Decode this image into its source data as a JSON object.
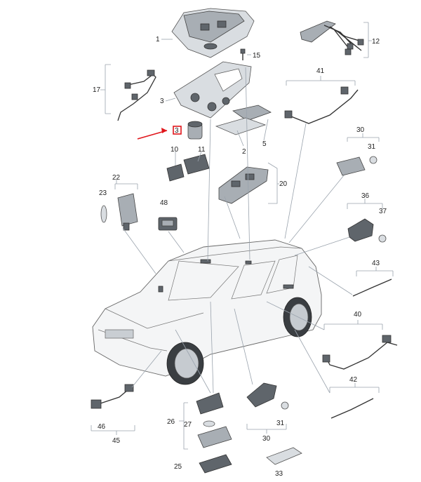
{
  "callouts": {
    "c1": "1",
    "c2": "2",
    "c3": "3",
    "c3b": "3",
    "c5": "5",
    "c10": "10",
    "c11": "11",
    "c12": "12",
    "c15": "15",
    "c17": "17",
    "c20": "20",
    "c22": "22",
    "c23": "23",
    "c25": "25",
    "c26": "26",
    "c27": "27",
    "c30a": "30",
    "c30b": "30",
    "c31a": "31",
    "c31b": "31",
    "c33": "33",
    "c36": "36",
    "c37": "37",
    "c40": "40",
    "c41": "41",
    "c42": "42",
    "c43": "43",
    "c45": "45",
    "c46": "46",
    "c48": "48"
  },
  "colors": {
    "highlight": "#e0161b",
    "leader": "#9aa3ad",
    "part_fill": "#d9dde1",
    "part_dark": "#5f656b"
  }
}
